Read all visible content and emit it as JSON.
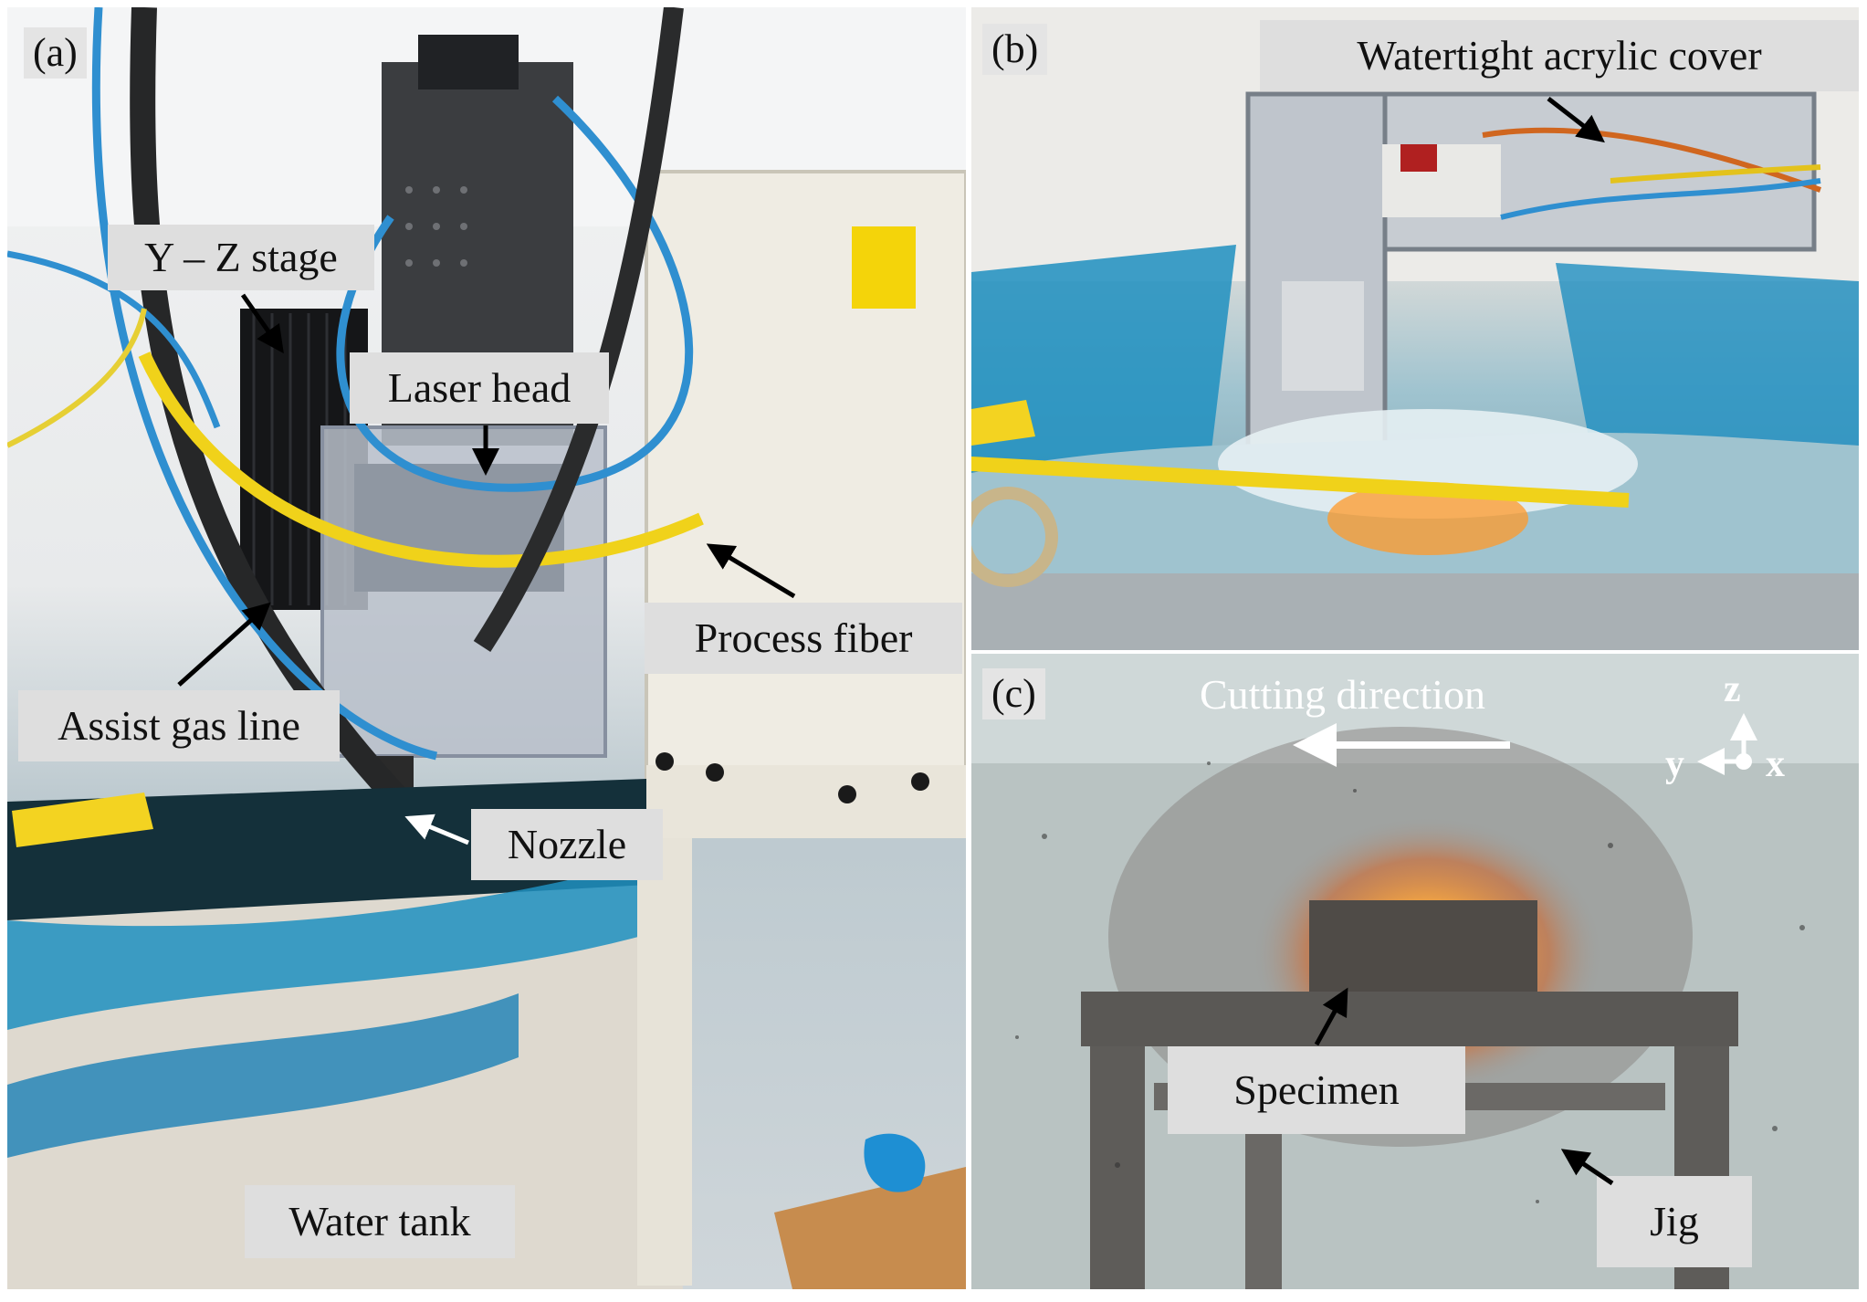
{
  "panels": {
    "a": {
      "letter": "(a)",
      "labels": {
        "yz_stage": "Y – Z stage",
        "laser_head": "Laser head",
        "process_fiber": "Process fiber",
        "assist_gas_line": "Assist gas line",
        "nozzle": "Nozzle",
        "water_tank": "Water tank"
      }
    },
    "b": {
      "letter": "(b)",
      "labels": {
        "watertight_cover": "Watertight acrylic cover"
      }
    },
    "c": {
      "letter": "(c)",
      "labels": {
        "cutting_direction": "Cutting direction",
        "specimen": "Specimen",
        "jig": "Jig"
      },
      "axes": {
        "z": "z",
        "y": "y",
        "x": "x"
      }
    }
  },
  "colors": {
    "label_bg": "#dedede",
    "tarp_blue": "#1f8fc0",
    "cable_blue": "#2f8fd0",
    "fiber_yellow": "#f0d21a",
    "spark_orange": "#ff9a2a"
  }
}
